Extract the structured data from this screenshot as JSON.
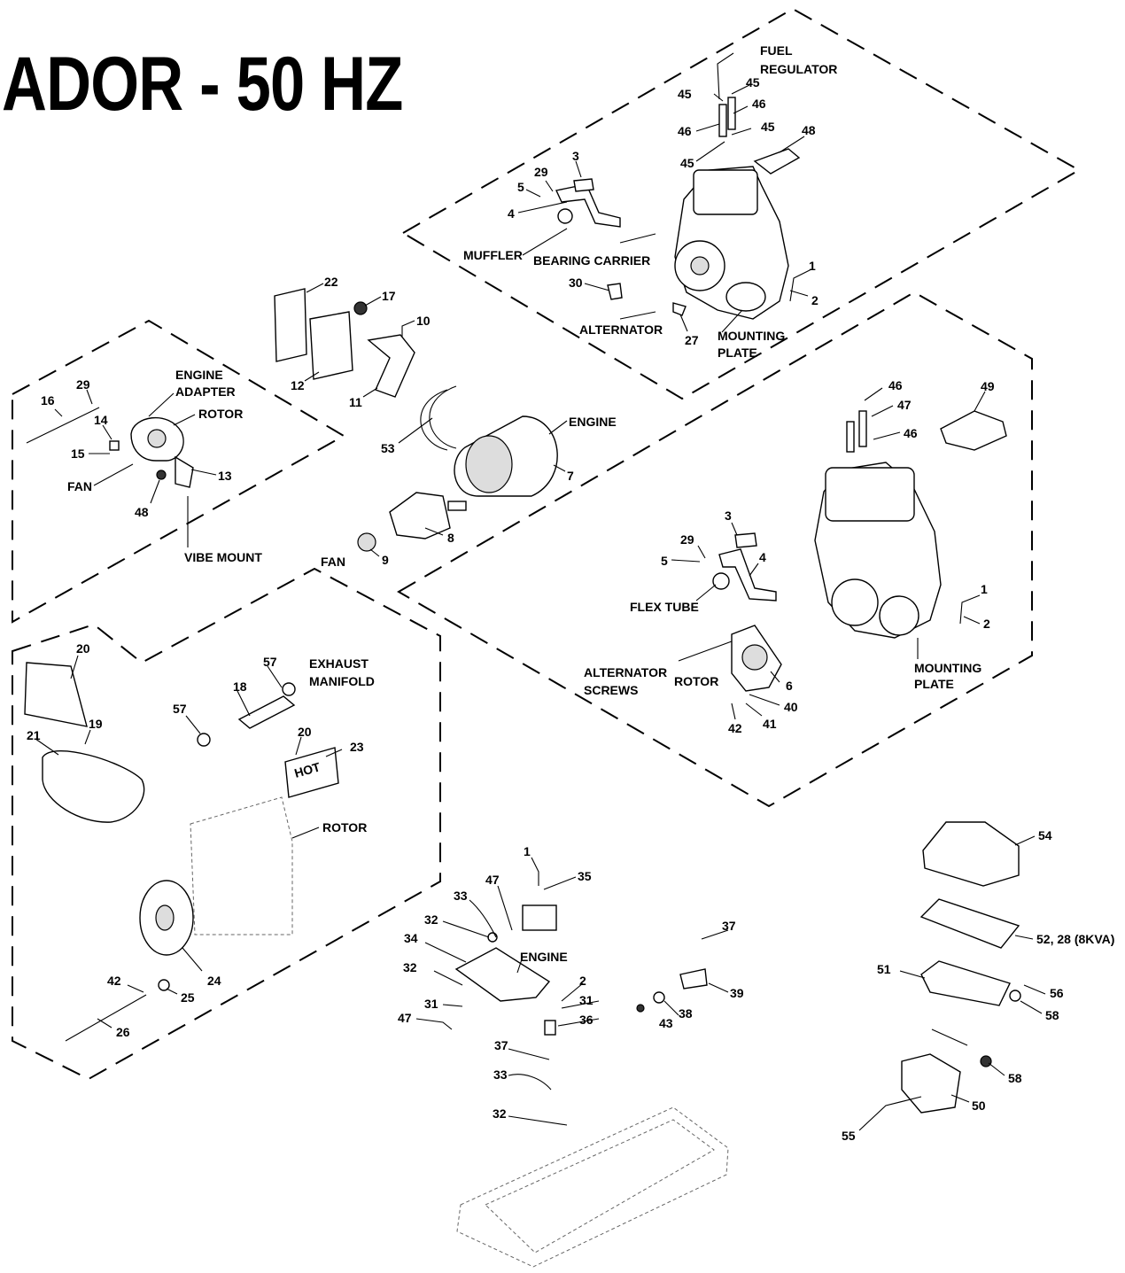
{
  "title": "ADOR - 50 HZ",
  "callouts": [
    {
      "id": "c-fuel-regulator-a",
      "text": "FUEL"
    },
    {
      "id": "c-fuel-regulator-b",
      "text": "REGULATOR"
    },
    {
      "id": "c-45a",
      "text": "45"
    },
    {
      "id": "c-45b",
      "text": "45"
    },
    {
      "id": "c-46a",
      "text": "46"
    },
    {
      "id": "c-46b",
      "text": "46"
    },
    {
      "id": "c-45c",
      "text": "45"
    },
    {
      "id": "c-45d",
      "text": "45"
    },
    {
      "id": "c-48a",
      "text": "48"
    },
    {
      "id": "c-3a",
      "text": "3"
    },
    {
      "id": "c-29a",
      "text": "29"
    },
    {
      "id": "c-5a",
      "text": "5"
    },
    {
      "id": "c-4a",
      "text": "4"
    },
    {
      "id": "c-muffler",
      "text": "MUFFLER"
    },
    {
      "id": "c-bearing-carrier",
      "text": "BEARING CARRIER"
    },
    {
      "id": "c-30",
      "text": "30"
    },
    {
      "id": "c-1a",
      "text": "1"
    },
    {
      "id": "c-2a",
      "text": "2"
    },
    {
      "id": "c-alternator",
      "text": "ALTERNATOR"
    },
    {
      "id": "c-27",
      "text": "27"
    },
    {
      "id": "c-mounting-plate-a1",
      "text": "MOUNTING"
    },
    {
      "id": "c-mounting-plate-a2",
      "text": "PLATE"
    },
    {
      "id": "c-22",
      "text": "22"
    },
    {
      "id": "c-17",
      "text": "17"
    },
    {
      "id": "c-10",
      "text": "10"
    },
    {
      "id": "c-12",
      "text": "12"
    },
    {
      "id": "c-11",
      "text": "11"
    },
    {
      "id": "c-53",
      "text": "53"
    },
    {
      "id": "c-engine-a",
      "text": "ENGINE"
    },
    {
      "id": "c-7",
      "text": "7"
    },
    {
      "id": "c-8",
      "text": "8"
    },
    {
      "id": "c-fan-a",
      "text": "FAN"
    },
    {
      "id": "c-9",
      "text": "9"
    },
    {
      "id": "c-16",
      "text": "16"
    },
    {
      "id": "c-29b",
      "text": "29"
    },
    {
      "id": "c-engine-adapter-1",
      "text": "ENGINE"
    },
    {
      "id": "c-engine-adapter-2",
      "text": "ADAPTER"
    },
    {
      "id": "c-rotor-a",
      "text": "ROTOR"
    },
    {
      "id": "c-14",
      "text": "14"
    },
    {
      "id": "c-15",
      "text": "15"
    },
    {
      "id": "c-13",
      "text": "13"
    },
    {
      "id": "c-fan-b",
      "text": "FAN"
    },
    {
      "id": "c-48b",
      "text": "48"
    },
    {
      "id": "c-vibe-mount",
      "text": "VIBE MOUNT"
    },
    {
      "id": "c-46c",
      "text": "46"
    },
    {
      "id": "c-47a",
      "text": "47"
    },
    {
      "id": "c-46d",
      "text": "46"
    },
    {
      "id": "c-49",
      "text": "49"
    },
    {
      "id": "c-3b",
      "text": "3"
    },
    {
      "id": "c-29c",
      "text": "29"
    },
    {
      "id": "c-5b",
      "text": "5"
    },
    {
      "id": "c-4b",
      "text": "4"
    },
    {
      "id": "c-flex-tube",
      "text": "FLEX TUBE"
    },
    {
      "id": "c-1b",
      "text": "1"
    },
    {
      "id": "c-2b",
      "text": "2"
    },
    {
      "id": "c-alternator-screws-1",
      "text": "ALTERNATOR"
    },
    {
      "id": "c-alternator-screws-2",
      "text": "SCREWS"
    },
    {
      "id": "c-rotor-b",
      "text": "ROTOR"
    },
    {
      "id": "c-6",
      "text": "6"
    },
    {
      "id": "c-40",
      "text": "40"
    },
    {
      "id": "c-42a",
      "text": "42"
    },
    {
      "id": "c-41",
      "text": "41"
    },
    {
      "id": "c-mounting-plate-b1",
      "text": "MOUNTING"
    },
    {
      "id": "c-mounting-plate-b2",
      "text": "PLATE"
    },
    {
      "id": "c-20a",
      "text": "20"
    },
    {
      "id": "c-57a",
      "text": "57"
    },
    {
      "id": "c-exhaust-manifold-1",
      "text": "EXHAUST"
    },
    {
      "id": "c-exhaust-manifold-2",
      "text": "MANIFOLD"
    },
    {
      "id": "c-18",
      "text": "18"
    },
    {
      "id": "c-57b",
      "text": "57"
    },
    {
      "id": "c-19",
      "text": "19"
    },
    {
      "id": "c-21",
      "text": "21"
    },
    {
      "id": "c-20b",
      "text": "20"
    },
    {
      "id": "c-23",
      "text": "23"
    },
    {
      "id": "c-rotor-c",
      "text": "ROTOR"
    },
    {
      "id": "c-24",
      "text": "24"
    },
    {
      "id": "c-42b",
      "text": "42"
    },
    {
      "id": "c-25",
      "text": "25"
    },
    {
      "id": "c-26",
      "text": "26"
    },
    {
      "id": "c-1c",
      "text": "1"
    },
    {
      "id": "c-35",
      "text": "35"
    },
    {
      "id": "c-47b",
      "text": "47"
    },
    {
      "id": "c-33a",
      "text": "33"
    },
    {
      "id": "c-32a",
      "text": "32"
    },
    {
      "id": "c-34",
      "text": "34"
    },
    {
      "id": "c-engine-b",
      "text": "ENGINE"
    },
    {
      "id": "c-32b",
      "text": "32"
    },
    {
      "id": "c-2c",
      "text": "2"
    },
    {
      "id": "c-31a",
      "text": "31"
    },
    {
      "id": "c-31b",
      "text": "31"
    },
    {
      "id": "c-47c",
      "text": "47"
    },
    {
      "id": "c-36",
      "text": "36"
    },
    {
      "id": "c-37a",
      "text": "37"
    },
    {
      "id": "c-39",
      "text": "39"
    },
    {
      "id": "c-38",
      "text": "38"
    },
    {
      "id": "c-43",
      "text": "43"
    },
    {
      "id": "c-37b",
      "text": "37"
    },
    {
      "id": "c-33b",
      "text": "33"
    },
    {
      "id": "c-32c",
      "text": "32"
    },
    {
      "id": "c-54",
      "text": "54"
    },
    {
      "id": "c-52-28",
      "text": "52, 28 (8KVA)"
    },
    {
      "id": "c-51",
      "text": "51"
    },
    {
      "id": "c-56",
      "text": "56"
    },
    {
      "id": "c-58a",
      "text": "58"
    },
    {
      "id": "c-58b",
      "text": "58"
    },
    {
      "id": "c-50",
      "text": "50"
    },
    {
      "id": "c-55",
      "text": "55"
    }
  ],
  "decal_text": "HOT"
}
